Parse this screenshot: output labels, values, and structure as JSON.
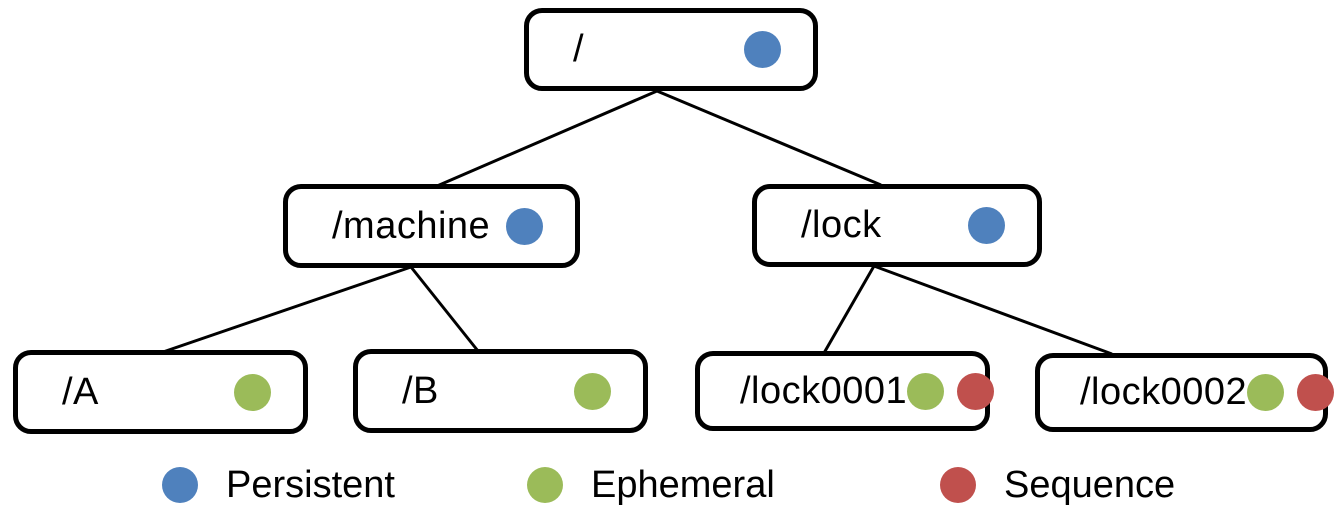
{
  "tree": {
    "nodes": [
      {
        "id": "root",
        "label": "/",
        "types": [
          "persistent"
        ]
      },
      {
        "id": "machine",
        "label": "/machine",
        "types": [
          "persistent"
        ]
      },
      {
        "id": "lock",
        "label": "/lock",
        "types": [
          "persistent"
        ]
      },
      {
        "id": "a",
        "label": "/A",
        "types": [
          "ephemeral"
        ]
      },
      {
        "id": "b",
        "label": "/B",
        "types": [
          "ephemeral"
        ]
      },
      {
        "id": "lock0001",
        "label": "/lock0001",
        "types": [
          "ephemeral",
          "sequence"
        ]
      },
      {
        "id": "lock0002",
        "label": "/lock0002",
        "types": [
          "ephemeral",
          "sequence"
        ]
      }
    ],
    "edges": [
      {
        "from": "/",
        "to": "/machine"
      },
      {
        "from": "/",
        "to": "/lock"
      },
      {
        "from": "/machine",
        "to": "/A"
      },
      {
        "from": "/machine",
        "to": "/B"
      },
      {
        "from": "/lock",
        "to": "/lock0001"
      },
      {
        "from": "/lock",
        "to": "/lock0002"
      }
    ],
    "legend": [
      {
        "type": "persistent",
        "label": "Persistent",
        "color": "#4F81BD"
      },
      {
        "type": "ephemeral",
        "label": "Ephemeral",
        "color": "#9BBB59"
      },
      {
        "type": "sequence",
        "label": "Sequence",
        "color": "#C0504D"
      }
    ],
    "colors": {
      "persistent": "#4F81BD",
      "ephemeral": "#9BBB59",
      "sequence": "#C0504D",
      "line": "#000000",
      "node_border": "#000000",
      "background": "#FFFFFF"
    }
  }
}
